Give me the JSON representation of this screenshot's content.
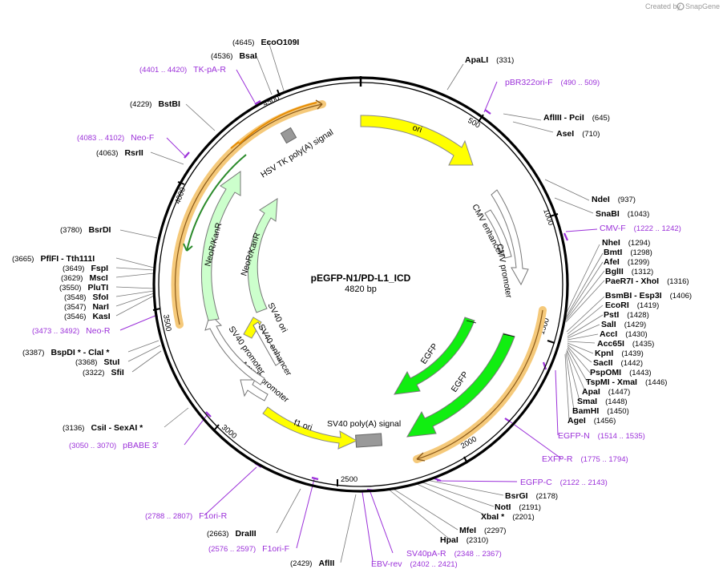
{
  "credit": {
    "created_by": "Created by",
    "brand": "SnapGene"
  },
  "title": "pEGFP-N1/PD-L1_ICD",
  "length_label": "4820 bp",
  "scale_ticks": [
    "500",
    "1000",
    "1500",
    "2000",
    "2500",
    "3000",
    "3500",
    "4000",
    "4500"
  ],
  "colors": {
    "backbone": "#000000",
    "ori": "#ffff00",
    "egfp": "#11ee11",
    "neo": "#ccffcc",
    "signal": "#999999",
    "feature_outline": "#888888",
    "primer": "#9b30d9",
    "orf_highlight": "#f5c97a"
  },
  "features": {
    "ori": "ori",
    "cmv_enhancer": "CMV enhancer",
    "cmv_promoter": "CMV promoter",
    "egfp_1": "EGFP",
    "egfp_2": "EGFP",
    "sv40_polya": "SV40 poly(A) signal",
    "f1_ori": "f1 ori",
    "ampr_promoter": "AmpR promoter",
    "sv40_promoter": "SV40 promoter",
    "sv40_ori": "SV40 ori",
    "sv40_enhancer": "SV40 enhancer",
    "neokanr_1": "NeoR/KanR",
    "neokanr_2": "NeoR/KanR",
    "hsv_tk_polya": "HSV TK poly(A) signal"
  },
  "sites_right": [
    {
      "name": "ApaLI",
      "pos": "(331)"
    },
    {
      "name": "AflIII  - PciI",
      "pos": "(645)"
    },
    {
      "name": "AseI",
      "pos": "(710)"
    },
    {
      "name": "NdeI",
      "pos": "(937)"
    },
    {
      "name": "SnaBI",
      "pos": "(1043)"
    },
    {
      "name": "NheI",
      "pos": "(1294)"
    },
    {
      "name": "BmtI",
      "pos": "(1298)"
    },
    {
      "name": "AfeI",
      "pos": "(1299)"
    },
    {
      "name": "BglII",
      "pos": "(1312)"
    },
    {
      "name": "PaeR7I  - XhoI",
      "pos": "(1316)"
    },
    {
      "name": "BsmBI  - Esp3I",
      "pos": "(1406)"
    },
    {
      "name": "EcoRI",
      "pos": "(1419)"
    },
    {
      "name": "PstI",
      "pos": "(1428)"
    },
    {
      "name": "SalI",
      "pos": "(1429)"
    },
    {
      "name": "AccI",
      "pos": "(1430)"
    },
    {
      "name": "Acc65I",
      "pos": "(1435)"
    },
    {
      "name": "KpnI",
      "pos": "(1439)"
    },
    {
      "name": "SacII",
      "pos": "(1442)"
    },
    {
      "name": "PspOMI",
      "pos": "(1443)"
    },
    {
      "name": "TspMI  - XmaI",
      "pos": "(1446)"
    },
    {
      "name": "ApaI",
      "pos": "(1447)"
    },
    {
      "name": "SmaI",
      "pos": "(1448)"
    },
    {
      "name": "BamHI",
      "pos": "(1450)"
    },
    {
      "name": "AgeI",
      "pos": "(1456)"
    },
    {
      "name": "BsrGI",
      "pos": "(2178)"
    },
    {
      "name": "NotI",
      "pos": "(2191)"
    },
    {
      "name": "XbaI *",
      "pos": "(2201)"
    },
    {
      "name": "MfeI",
      "pos": "(2297)"
    },
    {
      "name": "HpaI",
      "pos": "(2310)"
    }
  ],
  "sites_left": [
    {
      "name": "EcoO109I",
      "pos": "(4645)"
    },
    {
      "name": "BsaI",
      "pos": "(4536)"
    },
    {
      "name": "BstBI",
      "pos": "(4229)"
    },
    {
      "name": "RsrII",
      "pos": "(4063)"
    },
    {
      "name": "BsrDI",
      "pos": "(3780)"
    },
    {
      "name": "PflFI  - Tth111I",
      "pos": "(3665)"
    },
    {
      "name": "FspI",
      "pos": "(3649)"
    },
    {
      "name": "MscI",
      "pos": "(3629)"
    },
    {
      "name": "PluTI",
      "pos": "(3550)"
    },
    {
      "name": "SfoI",
      "pos": "(3548)"
    },
    {
      "name": "NarI",
      "pos": "(3547)"
    },
    {
      "name": "KasI",
      "pos": "(3546)"
    },
    {
      "name": "BspDI *  - ClaI *",
      "pos": "(3387)"
    },
    {
      "name": "StuI",
      "pos": "(3368)"
    },
    {
      "name": "SfiI",
      "pos": "(3322)"
    },
    {
      "name": "CsiI  - SexAI *",
      "pos": "(3136)"
    },
    {
      "name": "DraIII",
      "pos": "(2663)"
    },
    {
      "name": "AflII",
      "pos": "(2429)"
    }
  ],
  "primers": [
    {
      "name": "pBR322ori-F",
      "range": "(490 .. 509)"
    },
    {
      "name": "CMV-F",
      "range": "(1222 .. 1242)"
    },
    {
      "name": "EGFP-N",
      "range": "(1514 .. 1535)"
    },
    {
      "name": "EXFP-R",
      "range": "(1775 .. 1794)"
    },
    {
      "name": "EGFP-C",
      "range": "(2122 .. 2143)"
    },
    {
      "name": "SV40pA-R",
      "range": "(2348 .. 2367)"
    },
    {
      "name": "EBV-rev",
      "range": ""
    },
    {
      "name": "F1ori-F",
      "range": "(2576 .. 2597)"
    },
    {
      "name": "F1ori-R",
      "range": "(2788 .. 2807)"
    },
    {
      "name": "pBABE 3'",
      "range": "(3050 .. 3070)"
    },
    {
      "name": "Neo-R",
      "range": "(3473 .. 3492)"
    },
    {
      "name": "Neo-F",
      "range": "(4083 .. 4102)"
    },
    {
      "name": "TK-pA-R",
      "range": "(4401 .. 4420)"
    }
  ],
  "ebv_rev_range": "(2402 .. 2421)"
}
